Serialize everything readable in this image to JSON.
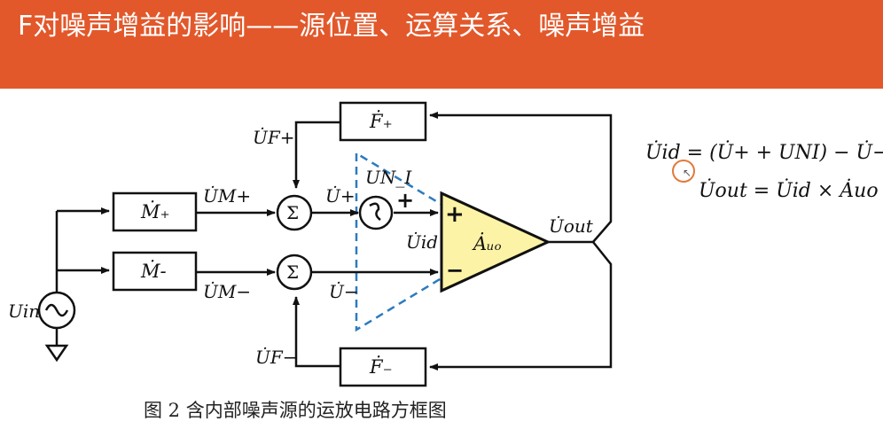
{
  "slide": {
    "title": "F对噪声增益的影响——源位置、运算关系、噪声增益",
    "colors": {
      "banner": "#e2582b",
      "amp_fill": "#fdf3a6",
      "dashed": "#2b7bbf"
    }
  },
  "diagram": {
    "blocks": {
      "f_plus": "Ḟ₊",
      "f_minus": "Ḟ₋",
      "m_plus": "Ṁ₊",
      "m_minus": "Ṁ-",
      "amp": "Ȧᵤₒ"
    },
    "signals": {
      "u_f_plus": "U̇F+",
      "u_f_minus": "U̇F−",
      "u_m_plus": "U̇M+",
      "u_m_minus": "U̇M−",
      "u_plus": "U̇+",
      "u_minus": "U̇−",
      "u_id": "U̇id",
      "u_out": "U̇out",
      "u_ni": "UN_I",
      "u_in": "Uin"
    },
    "sum_symbol": "Σ",
    "plus_sign": "+",
    "minus_sign": "−",
    "caption": "图 2  含内部噪声源的运放电路方框图",
    "icons": [
      "ac-source-icon",
      "noise-source-icon",
      "ground-icon"
    ]
  },
  "equations": {
    "eq1": "U̇id = (U̇+ + UNI) − U̇−",
    "eq2": "U̇out = U̇id × Ȧuo"
  }
}
